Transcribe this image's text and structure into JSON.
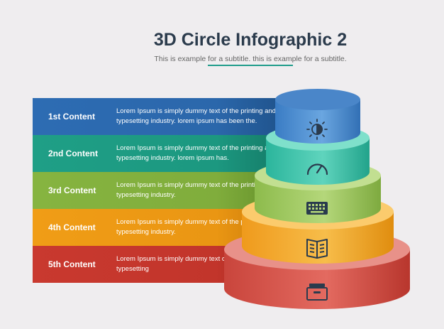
{
  "header": {
    "title": "3D Circle Infographic 2",
    "subtitle": "This is example for a subtitle. this is example for a subtitle."
  },
  "items": [
    {
      "label": "1st Content",
      "text": "Lorem Ipsum is simply dummy text of the printing and typesetting industry. lorem ipsum has been the.",
      "color": "#2d6cb3",
      "icon": "sun-icon"
    },
    {
      "label": "2nd Content",
      "text": "Lorem Ipsum is simply dummy text of the printing and typesetting industry. lorem ipsum has.",
      "color": "#1f9f86",
      "icon": "speedometer-icon"
    },
    {
      "label": "3rd Content",
      "text": "Lorem Ipsum is simply dummy text of the printing and typesetting industry.",
      "color": "#86b440",
      "icon": "keyboard-icon"
    },
    {
      "label": "4th Content",
      "text": "Lorem Ipsum is simply dummy text of the printing and typesetting industry.",
      "color": "#f09d16",
      "icon": "book-icon"
    },
    {
      "label": "5th Content",
      "text": "Lorem Ipsum is simply dummy text of the printing and typesetting",
      "color": "#c9392f",
      "icon": "drawer-icon"
    }
  ]
}
